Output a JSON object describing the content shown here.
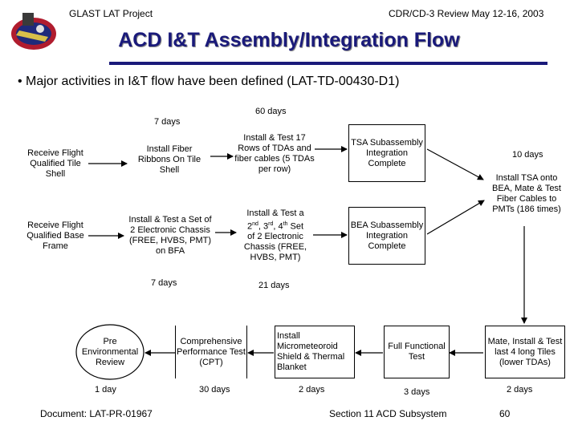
{
  "header": {
    "left": "GLAST LAT Project",
    "right": "CDR/CD-3 Review May 12-16, 2003"
  },
  "title": "ACD I&T Assembly/Integration Flow",
  "bullet": "• Major activities in I&T flow have been defined (LAT-TD-00430-D1)",
  "durations": {
    "d7a": "7 days",
    "d60": "60 days",
    "d10": "10 days",
    "d7b": "7 days",
    "d21": "21 days",
    "d1": "1 day",
    "d30": "30 days",
    "d2a": "2 days",
    "d3": "3 days",
    "d2b": "2 days"
  },
  "boxes": {
    "receive_tile": "Receive Flight Qualified Tile Shell",
    "receive_base": "Receive Flight Qualified Base Frame",
    "install_fiber": "Install Fiber Ribbons On Tile Shell",
    "install_test_set": "Install & Test a Set of 2 Electronic Chassis (FREE, HVBS, PMT) on BFA",
    "install_test_17": "Install & Test 17 Rows of TDAs and fiber cables (5 TDAs per row)",
    "install_test_a": "Install & Test a",
    "ordinals": [
      "2",
      "nd",
      ", 3",
      "rd",
      ", 4",
      "th",
      " Set"
    ],
    "install_test_a_rest": "of 2 Electronic Chassis (FREE, HVBS, PMT)",
    "tsa": "TSA Subassembly Integration Complete",
    "bea": "BEA Subassembly Integration Complete",
    "install_tsa": "Install TSA onto BEA, Mate & Test Fiber Cables to PMTs (186 times)",
    "mate_install": "Mate, Install & Test last 4 long Tiles (lower TDAs)",
    "full_functional": "Full Functional Test",
    "install_micro": "Install Micrometeoroid Shield & Thermal Blanket",
    "cpt": "Comprehensive Performance Test (CPT)",
    "pre_env": "Pre Environmental Review"
  },
  "footer": {
    "doc": "Document: LAT-PR-01967",
    "section": "Section 11 ACD Subsystem",
    "page": "60"
  },
  "colors": {
    "title": "#1a1a7a",
    "rule": "#1a1a7a"
  }
}
